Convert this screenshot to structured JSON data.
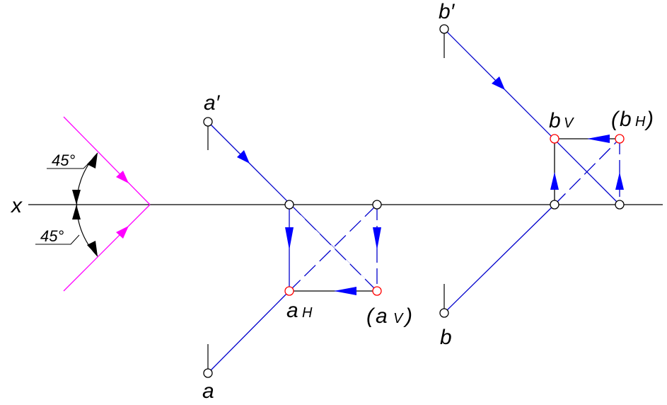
{
  "axis_label": "x",
  "labels": {
    "a_prime": "a′",
    "a": "a",
    "a_h": "a",
    "a_h_sub": "H",
    "a_v_open": "(",
    "a_v": "a",
    "a_v_sub": "V",
    "a_v_close": ")",
    "b_prime": "b′",
    "b": "b",
    "b_v": "b",
    "b_v_sub": "V",
    "b_h_open": "(",
    "b_h": "b",
    "b_h_sub": "H",
    "b_h_close": ")"
  },
  "angles": {
    "upper": "45°",
    "lower": "45°"
  },
  "colors": {
    "axis": "#000000",
    "projection": "#0000cc",
    "arrow": "#0000ff",
    "mirror": "#ff00ff",
    "trace_point": "#ff0000",
    "point": "#000000"
  }
}
